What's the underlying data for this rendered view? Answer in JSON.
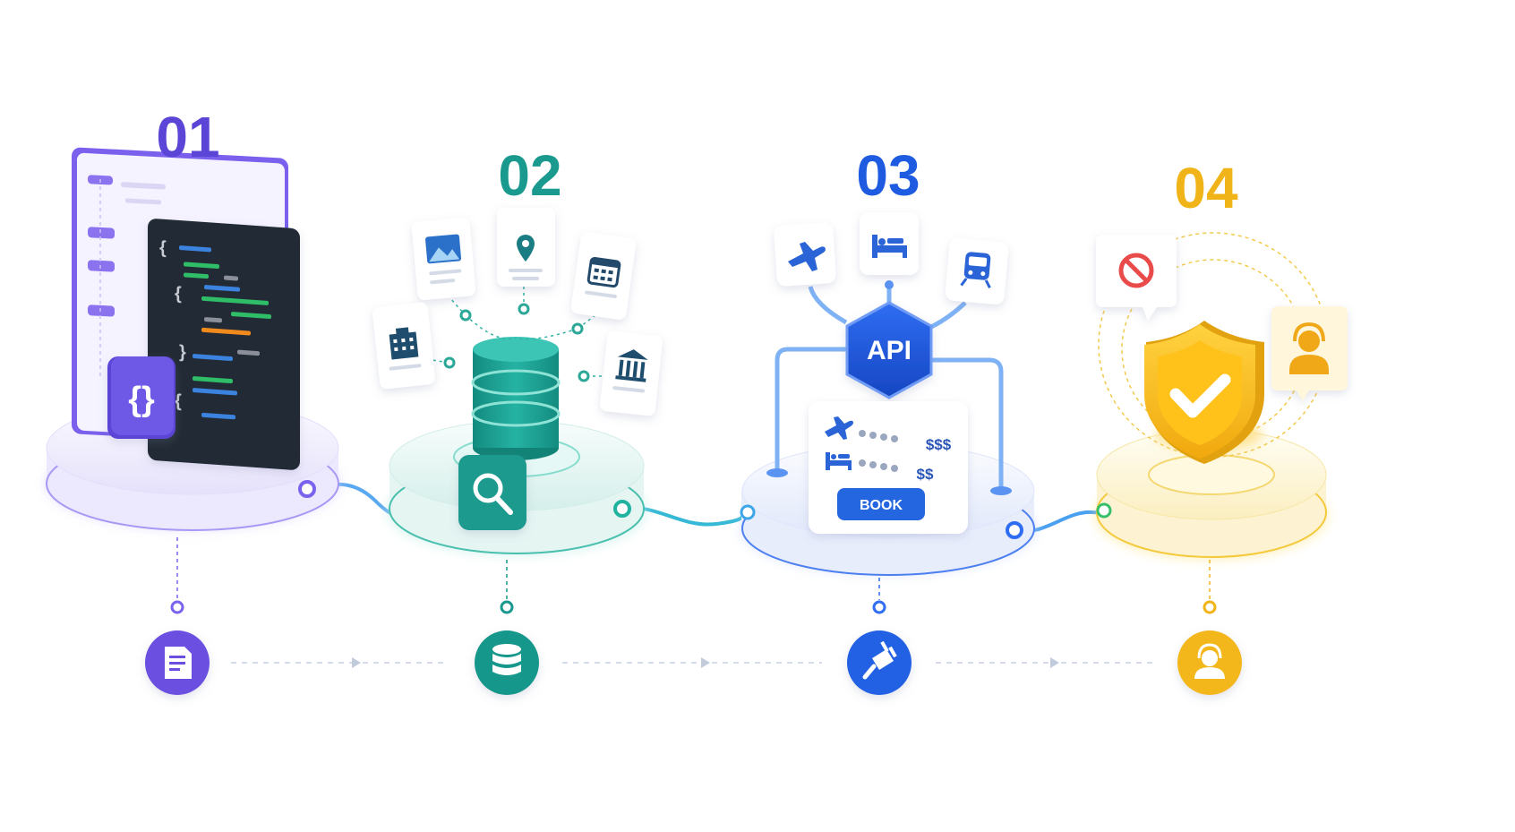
{
  "steps": [
    {
      "number": "01",
      "color": "#5b45d6",
      "light": "#e9e5ff",
      "icon": "document-icon",
      "illustration": "code-editor"
    },
    {
      "number": "02",
      "color": "#1a9a8e",
      "light": "#d8f3ef",
      "icon": "database-icon",
      "illustration": "database-search"
    },
    {
      "number": "03",
      "color": "#1e5be0",
      "light": "#dde8ff",
      "icon": "plug-icon",
      "illustration": "api-booking"
    },
    {
      "number": "04",
      "color": "#f0b418",
      "light": "#fff3cc",
      "icon": "support-agent-icon",
      "illustration": "security-shield"
    }
  ],
  "api_badge": "API",
  "booking_card": {
    "rows": [
      {
        "icon": "plane-icon",
        "price": "$$$"
      },
      {
        "icon": "bed-icon",
        "price": "$$"
      }
    ],
    "button": "BOOK"
  },
  "code_badge": "{}"
}
